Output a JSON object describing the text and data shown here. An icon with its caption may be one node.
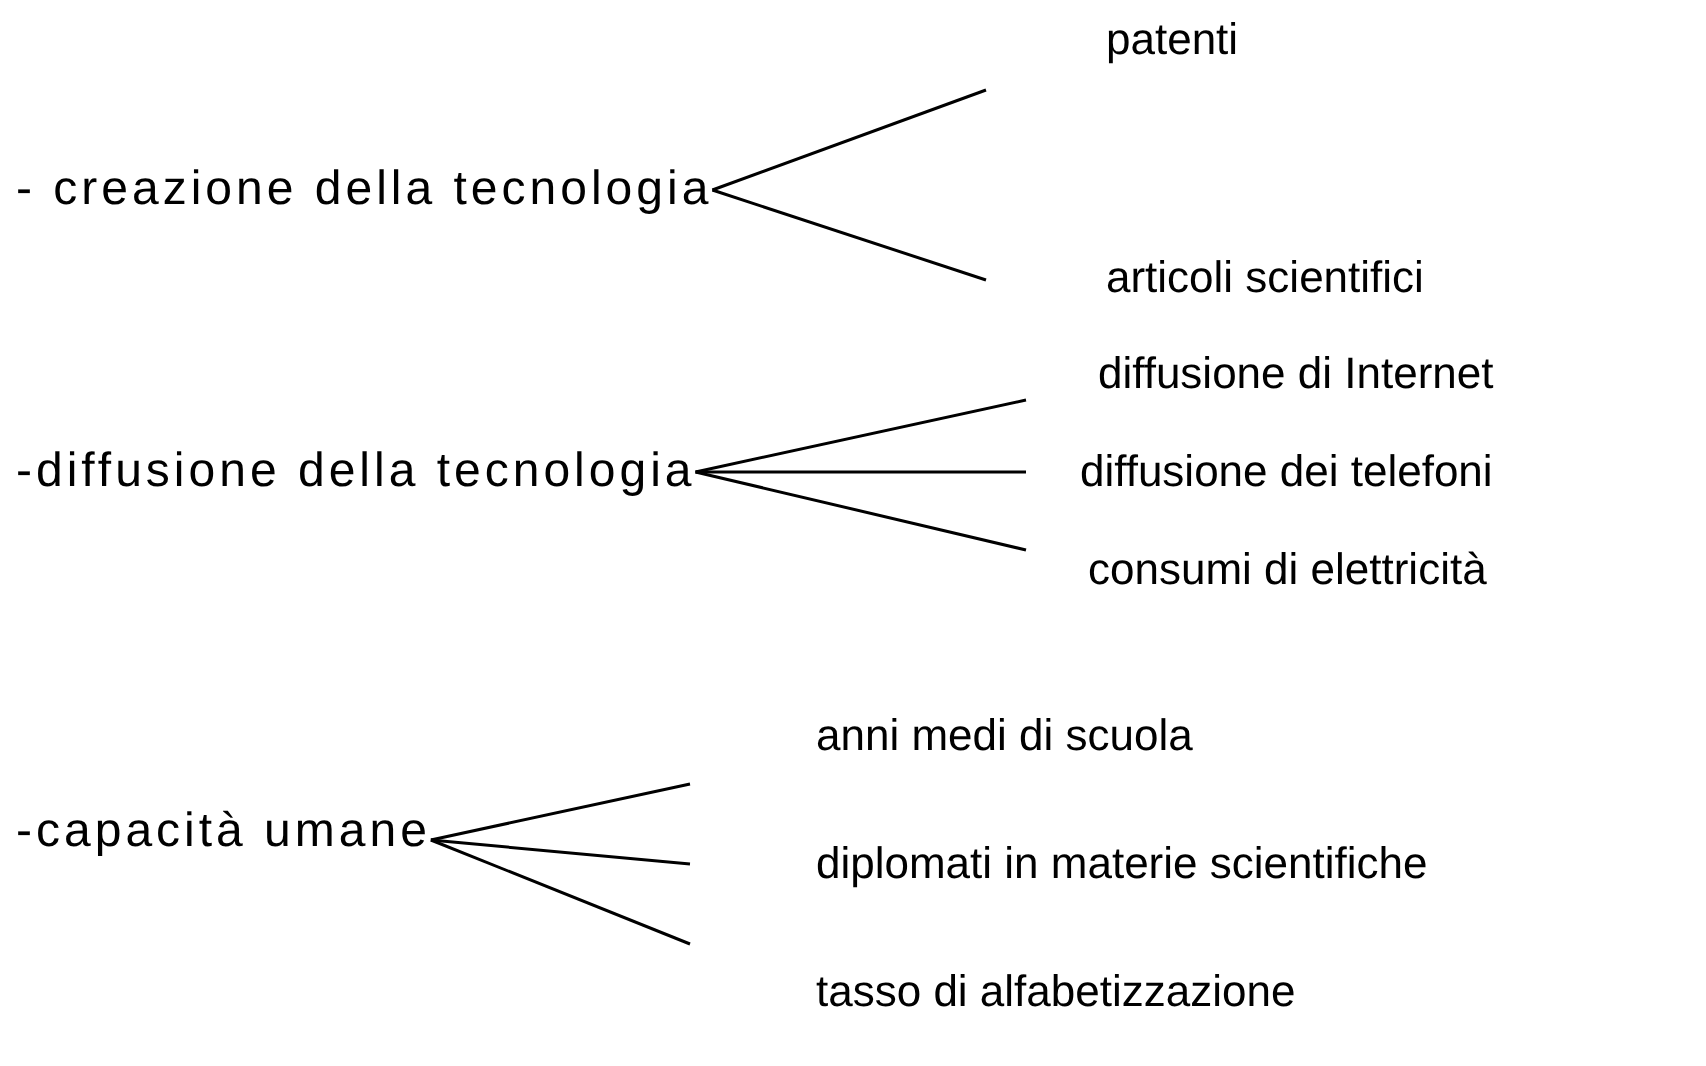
{
  "diagram": {
    "nodes": [
      {
        "text": [
          "- creazione della tecnologia"
        ]
      },
      {
        "text": [
          "patenti"
        ]
      },
      {
        "text": [
          "articoli scientifici"
        ]
      },
      {
        "text": [
          "-diffusione della tecnologia"
        ]
      },
      {
        "text": [
          "diffusione di Internet"
        ]
      },
      {
        "text": [
          "diffusione dei telefoni"
        ]
      },
      {
        "text": [
          "consumi di elettricità"
        ]
      },
      {
        "text": [
          "-capacità umane"
        ]
      },
      {
        "text": [
          "anni medi di scuola"
        ]
      },
      {
        "text": [
          "diplomati in materie scientifiche"
        ]
      },
      {
        "text": [
          "tasso di alfabetizzazione"
        ]
      }
    ],
    "edges": [
      {
        "from": 0,
        "to": 1,
        "arrow": "none"
      },
      {
        "from": 0,
        "to": 2,
        "arrow": "none"
      },
      {
        "from": 3,
        "to": 4,
        "arrow": "none"
      },
      {
        "from": 3,
        "to": 5,
        "arrow": "none"
      },
      {
        "from": 3,
        "to": 6,
        "arrow": "none"
      },
      {
        "from": 7,
        "to": 8,
        "arrow": "none"
      },
      {
        "from": 7,
        "to": 9,
        "arrow": "none"
      },
      {
        "from": 7,
        "to": 10,
        "arrow": "none"
      }
    ]
  }
}
